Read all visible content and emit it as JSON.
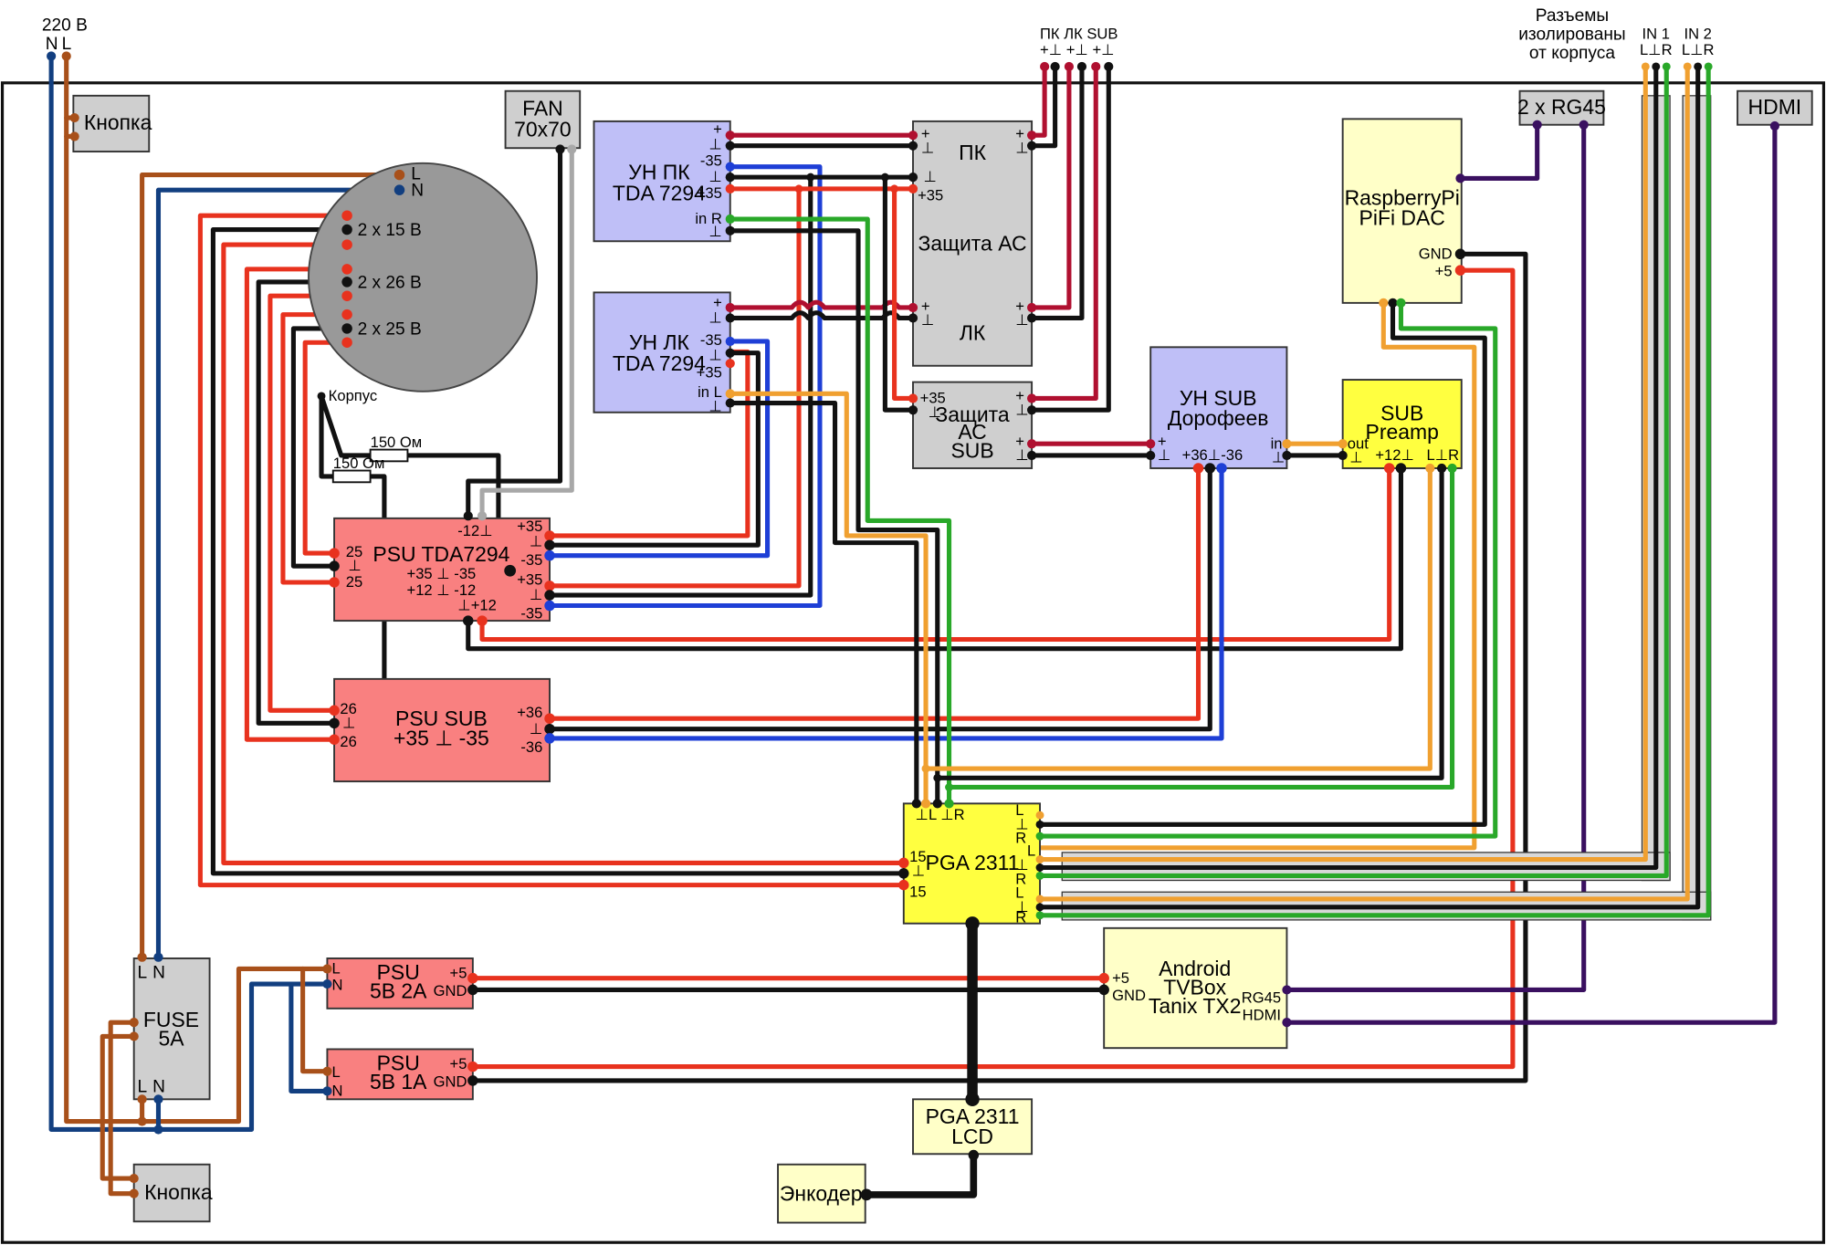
{
  "mains": {
    "voltage": "220 В",
    "n": "N",
    "l": "L"
  },
  "top_labels": {
    "outputs_groups": "ПК  ЛК SUB",
    "outputs_pins": "+⊥  +⊥  +⊥",
    "isolated_line1": "Разъемы",
    "isolated_line2": "изолированы",
    "isolated_line3": "от корпуса",
    "in1": "IN 1",
    "in1_pins": "L⊥R",
    "in2": "IN 2",
    "in2_pins": "L⊥R"
  },
  "blocks": {
    "button_top": "Кнопка",
    "button_bottom": "Кнопка",
    "fan_line1": "FAN",
    "fan_line2": "70x70",
    "transformer": {
      "l": "L",
      "n": "N",
      "t15": "2 x 15 В",
      "t26": "2 x 26 В",
      "t25": "2 x 25 В"
    },
    "korpus": "Корпус",
    "res1": "150 Ом",
    "res2": "150 Ом",
    "amp_pk": {
      "line1": "УН ПК",
      "line2": "TDA 7294",
      "pins": [
        "+",
        "⊥",
        "-35",
        "⊥",
        "+35",
        "in R",
        "⊥"
      ]
    },
    "amp_lk": {
      "line1": "УН ЛК",
      "line2": "TDA 7294",
      "pins": [
        "+",
        "⊥",
        "-35",
        "⊥",
        "+35",
        "in L",
        "⊥"
      ]
    },
    "prot_ac": {
      "pk": "ПК",
      "title": "Защита АС",
      "lk": "ЛК",
      "l_plus": "+",
      "l_gnd": "⊥",
      "l_gnd2": "⊥",
      "l_35": "+35",
      "r_plus": "+",
      "r_gnd": "⊥"
    },
    "prot_sub": {
      "line1": "Защита",
      "line2": "АС",
      "line3": "SUB",
      "l_35": "+35",
      "l_gnd": "⊥",
      "r_plus": "+",
      "r_gnd": "⊥"
    },
    "amp_sub": {
      "line1": "УН SUB",
      "line2": "Дорофеев",
      "plus": "+",
      "gnd": "⊥",
      "pwr": "+36⊥-36"
    },
    "sub_preamp": {
      "line1": "SUB",
      "line2": "Preamp",
      "in": "in",
      "gnd": "⊥",
      "out": "out",
      "gnd2": "⊥",
      "pwr": "+12⊥",
      "lr": "L⊥R"
    },
    "rpi": {
      "line1": "RaspberryPi",
      "line2": "PiFi DAC",
      "gnd": "GND",
      "p5": "+5"
    },
    "rg45": "2 x RG45",
    "hdmi": "HDMI",
    "psu_tda": {
      "title": "PSU TDA7294",
      "line2": "+35 ⊥ -35",
      "line3": "+12 ⊥ -12",
      "in25a": "25",
      "ingnd": "⊥",
      "in25b": "25",
      "m12": "-12⊥",
      "gnd12": "⊥+12",
      "o1": "+35",
      "o2": "⊥",
      "o3": "-35",
      "o4": "+35",
      "o5": "⊥",
      "o6": "-35"
    },
    "psu_sub": {
      "title": "PSU SUB",
      "line2": "+35 ⊥ -35",
      "in26a": "26",
      "ingnd": "⊥",
      "in26b": "26",
      "o36": "+36",
      "ognd": "⊥",
      "om36": "-36"
    },
    "pga": {
      "title": "PGA 2311",
      "top_pins": "⊥L ⊥R",
      "p15a": "15",
      "pgnd": "⊥",
      "p15b": "15",
      "rpins": [
        "L",
        "⊥",
        "R",
        "L",
        "⊥",
        "R",
        "L",
        "⊥",
        "R"
      ]
    },
    "fuse": {
      "l": "L",
      "n": "N",
      "line1": "FUSE",
      "line2": "5A",
      "bl": "L",
      "bn": "N"
    },
    "psu5_2a": {
      "l": "L",
      "n": "N",
      "line1": "PSU",
      "line2": "5В 2А",
      "p5": "+5",
      "gnd": "GND"
    },
    "psu5_1a": {
      "l": "L",
      "n": "N",
      "line1": "PSU",
      "line2": "5В 1А",
      "p5": "+5",
      "gnd": "GND"
    },
    "tvbox": {
      "line1": "Android",
      "line2": "TVBox",
      "line3": "Tanix TX2",
      "p5": "+5",
      "gnd": "GND",
      "rg45": "RG45",
      "hdmi": "HDMI"
    },
    "pga_lcd": {
      "line1": "PGA 2311",
      "line2": "LCD"
    },
    "encoder": "Энкодер"
  },
  "colors": {
    "red": "#e8321e",
    "black": "#111111",
    "blue": "#1e3fd6",
    "green": "#29a829",
    "orange": "#f0a030",
    "dark_red": "#b01030",
    "brown": "#a8501a",
    "navy": "#123f80",
    "grey": "#a8a8a8",
    "purple": "#3a1060",
    "amp_fill": "#bfbff7",
    "psu_fill": "#f98080",
    "grey_fill": "#cfcfcf",
    "yellow_fill": "#ffff40",
    "cream_fill": "#ffffc8",
    "transformer_fill": "#999999"
  }
}
